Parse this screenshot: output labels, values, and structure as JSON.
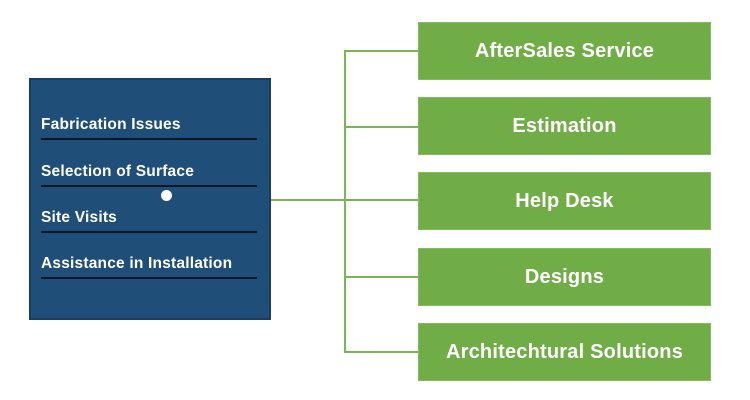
{
  "diagram": {
    "left_panel": {
      "items": [
        "Fabrication Issues",
        "Selection of Surface",
        "Site Visits",
        "Assistance in Installation"
      ]
    },
    "branches": [
      {
        "label": "AfterSales Service"
      },
      {
        "label": "Estimation"
      },
      {
        "label": "Help Desk"
      },
      {
        "label": "Designs"
      },
      {
        "label": "Architechtural Solutions"
      }
    ],
    "colors": {
      "left_fill": "#1f4e79",
      "left_border": "#1a3e61",
      "branch_fill": "#70ad47",
      "branch_border": "#85ba61",
      "connector": "#7cb456",
      "underline": "#0a1626",
      "text": "#ffffff"
    }
  }
}
